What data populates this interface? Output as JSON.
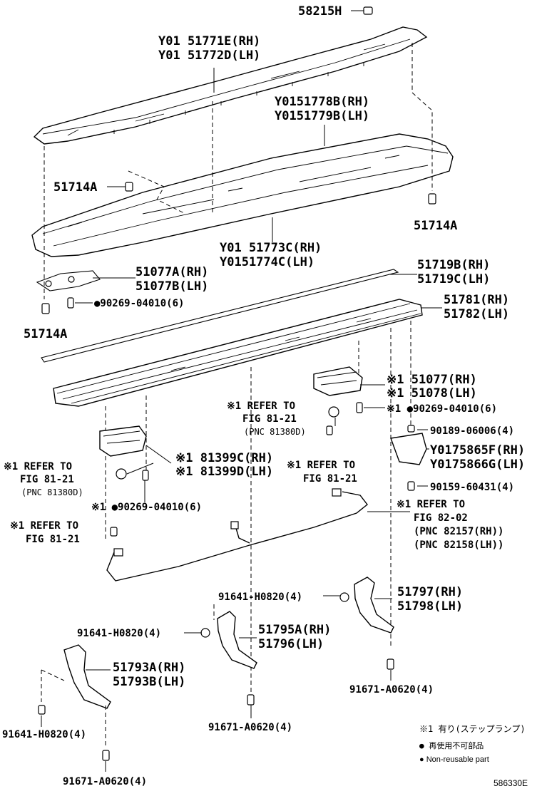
{
  "labels": {
    "p58215h": "58215H",
    "p51771e": "Y01 51771E(RH)",
    "p51772d": "Y01 51772D(LH)",
    "p51778b": "Y0151778B(RH)",
    "p51779b": "Y0151779B(LH)",
    "p51714a_left": "51714A",
    "p51714a_right": "51714A",
    "p51773c": "Y01 51773C(RH)",
    "p51774c": "Y0151774C(LH)",
    "p51077a": "51077A(RH)",
    "p51077b": "51077B(LH)",
    "p51719b": "51719B(RH)",
    "p51719c": "51719C(LH)",
    "p90269_top": "●90269-04010(6)",
    "p51714a_bottom": "51714A",
    "p51781": "51781(RH)",
    "p51782": "51782(LH)",
    "p51077": "※1 51077(RH)",
    "p51078": "※1 51078(LH)",
    "ref_mid_1": "※1 REFER TO",
    "ref_mid_2": "FIG 81-21",
    "ref_mid_3": "(PNC 81380D)",
    "p90269_mid": "※1 ●90269-04010(6)",
    "p90189": "90189-06006(4)",
    "p75865f": "Y0175865F(RH)",
    "p75866g": "Y0175866G(LH)",
    "p81399c": "※1 81399C(RH)",
    "p81399d": "※1 81399D(LH)",
    "ref_left_1": "※1 REFER TO",
    "ref_left_2": "FIG 81-21",
    "ref_left_3": "(PNC 81380D)",
    "ref_center_1": "※1 REFER TO",
    "ref_center_2": "FIG 81-21",
    "p90159": "90159-60431(4)",
    "p90269_bottom": "※1 ●90269-04010(6)",
    "ref_low_1": "※1 REFER TO",
    "ref_low_2": "FIG 81-21",
    "ref_wire_1": "※1 REFER TO",
    "ref_wire_2": "FIG 82-02",
    "ref_wire_3": "(PNC 82157(RH))",
    "ref_wire_4": "(PNC 82158(LH))",
    "p91641_right": "91641-H0820(4)",
    "p51797": "51797(RH)",
    "p51798": "51798(LH)",
    "p91641_mid": "91641-H0820(4)",
    "p51795a": "51795A(RH)",
    "p51796": "51796(LH)",
    "p51793a": "51793A(RH)",
    "p51793b": "51793B(LH)",
    "p91671_right": "91671-A0620(4)",
    "p91641_left": "91641-H0820(4)",
    "p91671_mid": "91671-A0620(4)",
    "p91671_left": "91671-A0620(4)"
  },
  "legend": {
    "note1": "※1 有り(ステップランプ)",
    "reusable_jp": "● 再使用不可部品",
    "reusable_en": "● Non-reusable part"
  },
  "figure_id": "586330E",
  "colors": {
    "line": "#000000",
    "background": "#ffffff"
  }
}
